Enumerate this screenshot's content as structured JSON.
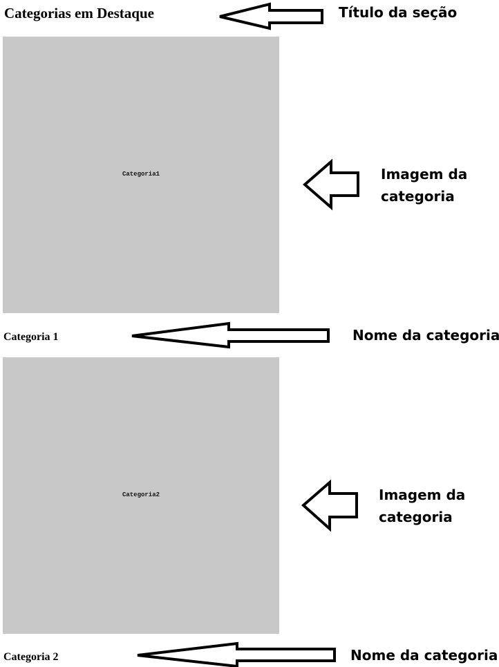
{
  "section": {
    "title": "Categorias em Destaque"
  },
  "categories": [
    {
      "image_text": "Categoria1",
      "name": "Categoria 1"
    },
    {
      "image_text": "Categoria2",
      "name": "Categoria 2"
    }
  ],
  "annotations": {
    "section_title": "Título da seção",
    "category_image_line1": "Imagem da",
    "category_image_line2": "categoria",
    "category_name": "Nome da categoria"
  },
  "colors": {
    "placeholder_bg": "#c8c8c8",
    "arrow_stroke": "#000000",
    "arrow_fill": "#ffffff"
  },
  "icons": {
    "arrow": "left-arrow-icon"
  }
}
